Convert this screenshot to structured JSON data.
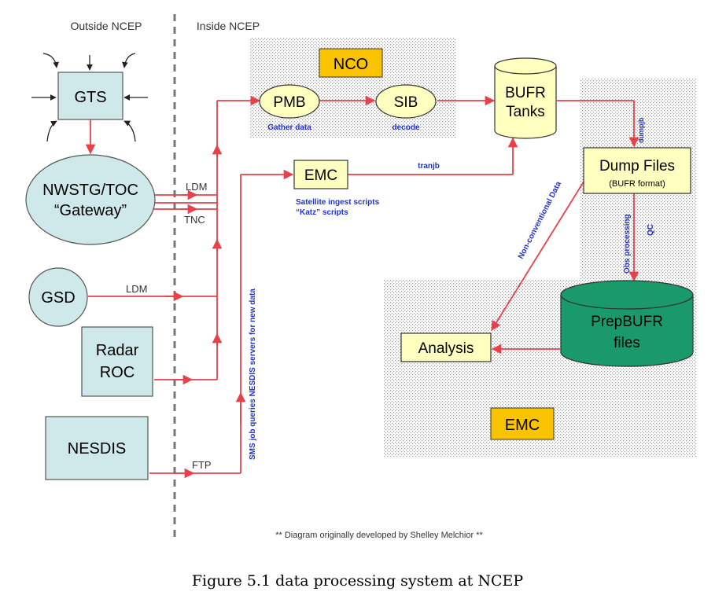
{
  "regions": {
    "outside_label": "Outside NCEP",
    "inside_label": "Inside NCEP",
    "nco_label": "NCO",
    "emc_label": "EMC"
  },
  "nodes": {
    "gts": "GTS",
    "nwstg_line1": "NWSTG/TOC",
    "nwstg_line2": "“Gateway”",
    "gsd": "GSD",
    "radar_line1": "Radar",
    "radar_line2": "ROC",
    "nesdis": "NESDIS",
    "pmb": "PMB",
    "sib": "SIB",
    "bufr_line1": "BUFR",
    "bufr_line2": "Tanks",
    "emc_process": "EMC",
    "dump_line1": "Dump Files",
    "dump_line2": "(BUFR format)",
    "prep_line1": "PrepBUFR",
    "prep_line2": "files",
    "analysis": "Analysis"
  },
  "edge_labels": {
    "ldm_top": "LDM",
    "tnc": "TNC",
    "ldm_gsd": "LDM",
    "ftp": "FTP",
    "gather": "Gather data",
    "decode": "decode",
    "tranjb": "tranjb",
    "sat_ingest": "Satellite ingest scripts",
    "katz": "“Katz” scripts",
    "sms_job": "SMS job queries NESDIS servers for new data",
    "dumpjb": "dumpjb",
    "non_conv": "Non-conventional Data",
    "obs_processing": "Obs processing",
    "qc": "QC"
  },
  "credit": "** Diagram originally developed by Shelley Melchior **",
  "caption": "Figure 5.1 data processing system at NCEP",
  "colors": {
    "arrow": "#e8414a",
    "blue_box": "#cfe8ea",
    "yellow": "#ffffc0",
    "orange": "#f9c300",
    "green": "#1a9a6a",
    "blue_text": "#2233cc"
  }
}
